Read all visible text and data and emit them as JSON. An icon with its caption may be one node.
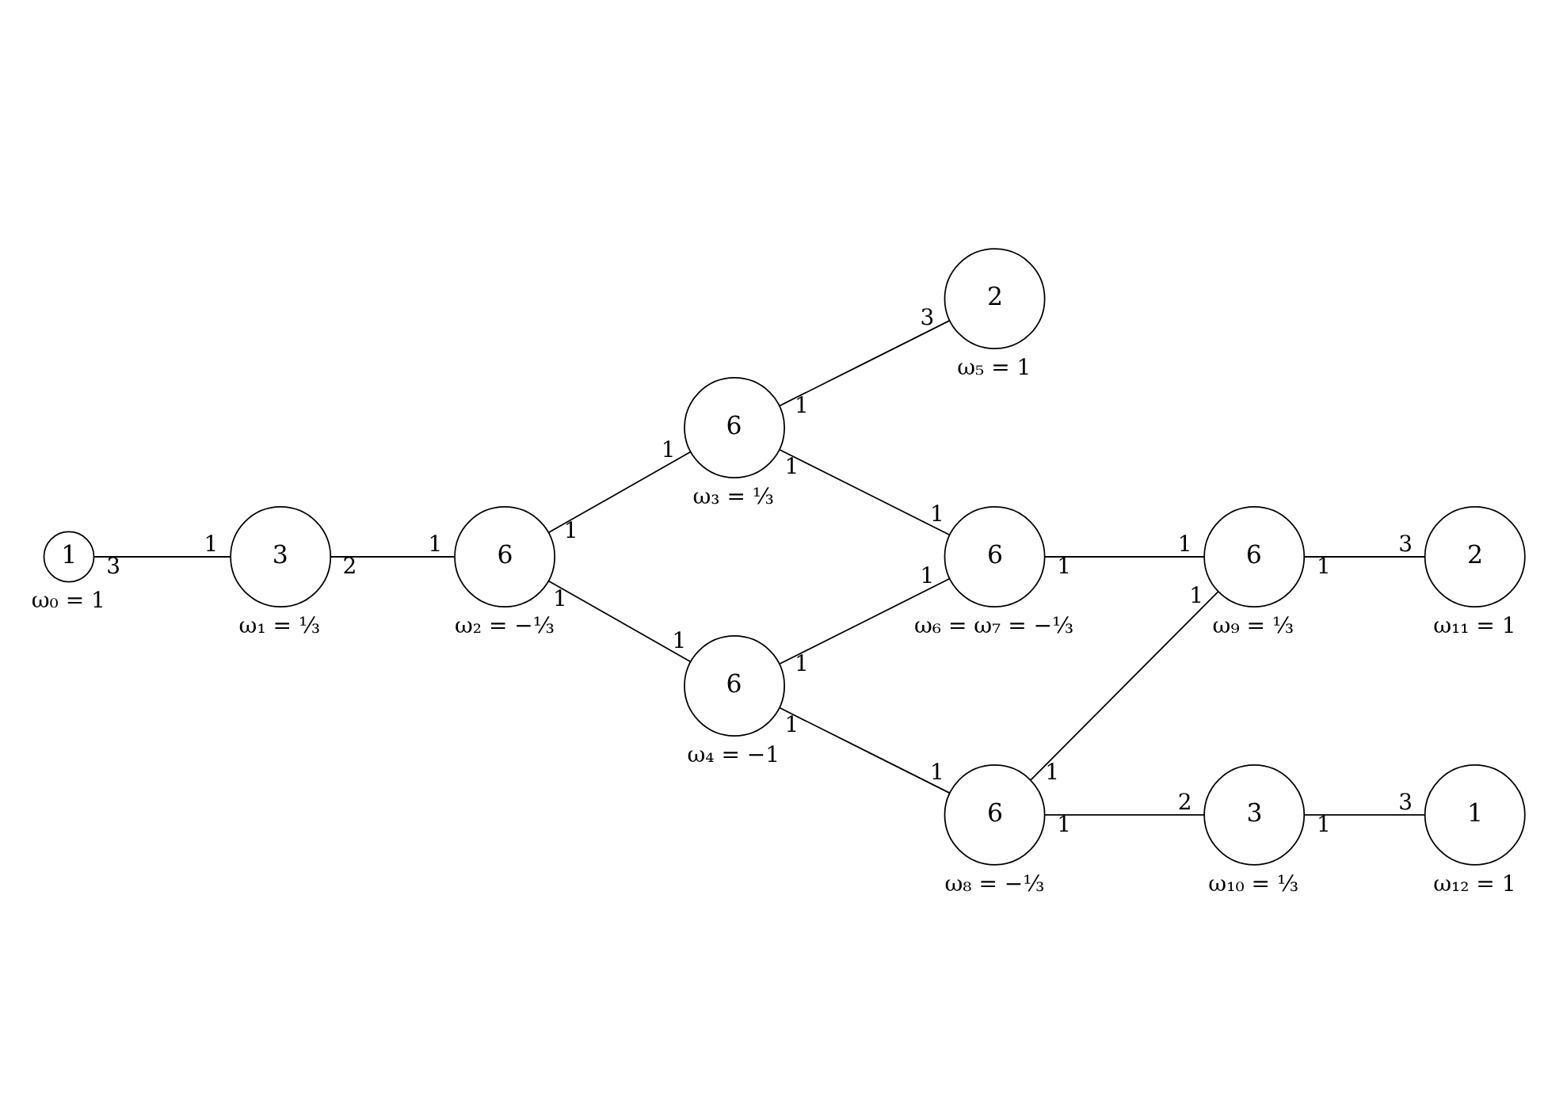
{
  "diagram": {
    "nodes": [
      {
        "text": [
          "1"
        ],
        "beside": [
          "ω₀ = 1"
        ]
      },
      {
        "text": [
          "3"
        ],
        "beside": [
          "ω₁ = ⅓"
        ]
      },
      {
        "text": [
          "6"
        ],
        "beside": [
          "ω₂ = −⅓"
        ]
      },
      {
        "text": [
          "6"
        ],
        "beside": [
          "ω₃ = ⅓"
        ]
      },
      {
        "text": [
          "6"
        ],
        "beside": [
          "ω₄ = −1"
        ]
      },
      {
        "text": [
          "2"
        ],
        "beside": [
          "ω₅ = 1"
        ]
      },
      {
        "text": [
          "6"
        ],
        "beside": [
          "ω₆ = ω₇ = −⅓"
        ]
      },
      {
        "text": [
          "6"
        ],
        "beside": [
          "ω₈ = −⅓"
        ]
      },
      {
        "text": [
          "6"
        ],
        "beside": [
          "ω₉ = ⅓"
        ]
      },
      {
        "text": [
          "2"
        ],
        "beside": [
          "ω₁₁ = 1"
        ]
      },
      {
        "text": [
          "3"
        ],
        "beside": [
          "ω₁₀ = ⅓"
        ]
      },
      {
        "text": [
          "1"
        ],
        "beside": [
          "ω₁₂ = 1"
        ]
      }
    ],
    "edges": [
      {
        "from": 0,
        "to": 1,
        "arrow": "none"
      },
      {
        "from": 1,
        "to": 2,
        "arrow": "none"
      },
      {
        "from": 2,
        "to": 3,
        "arrow": "none"
      },
      {
        "from": 2,
        "to": 4,
        "arrow": "none"
      },
      {
        "from": 3,
        "to": 5,
        "arrow": "none"
      },
      {
        "from": 3,
        "to": 6,
        "arrow": "none"
      },
      {
        "from": 4,
        "to": 6,
        "arrow": "none"
      },
      {
        "from": 4,
        "to": 7,
        "arrow": "none"
      },
      {
        "from": 6,
        "to": 8,
        "arrow": "none"
      },
      {
        "from": 7,
        "to": 8,
        "arrow": "none"
      },
      {
        "from": 7,
        "to": 10,
        "arrow": "none"
      },
      {
        "from": 8,
        "to": 9,
        "arrow": "none"
      },
      {
        "from": 10,
        "to": 11,
        "arrow": "none"
      }
    ],
    "labels": [
      "3",
      "1",
      "2",
      "1",
      "1",
      "1",
      "1",
      "1",
      "1",
      "3",
      "1",
      "1",
      "1",
      "1",
      "1",
      "1",
      "1",
      "1",
      "1",
      "1",
      "1",
      "2",
      "1",
      "3",
      "1",
      "3"
    ]
  }
}
